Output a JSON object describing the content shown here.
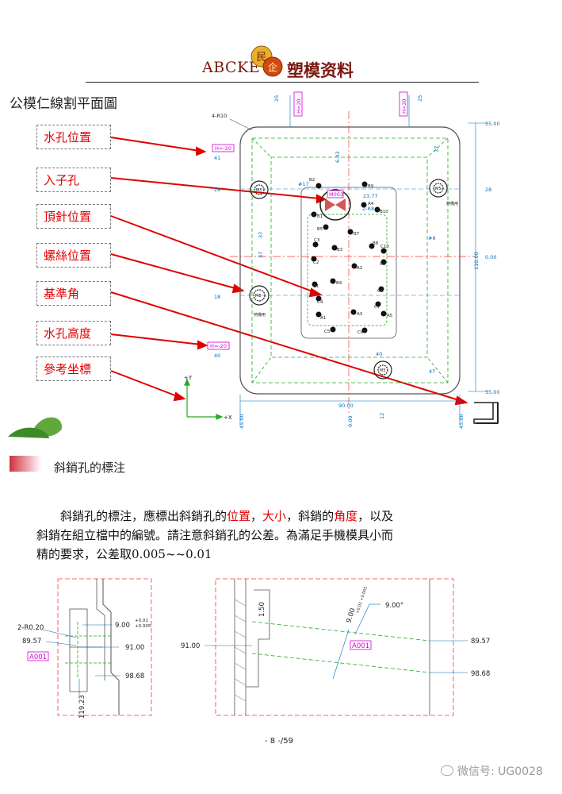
{
  "header": {
    "brand": "ABCKE",
    "title": "塑模资料",
    "logo": {
      "text_top": "民",
      "text_bottom": "企"
    }
  },
  "section_heading": "公模仁線割平面圖",
  "callouts": [
    {
      "label": "水孔位置"
    },
    {
      "label": "入子孔"
    },
    {
      "label": "頂針位置"
    },
    {
      "label": "螺絲位置"
    },
    {
      "label": "基準角"
    },
    {
      "label": "水孔高度"
    },
    {
      "label": "參考坐標"
    }
  ],
  "plan_drawing": {
    "top_dims": [
      "25",
      "H=20",
      "H=20",
      "25"
    ],
    "corner_radius": "4-R10",
    "right_dims": [
      "55.00",
      "28",
      "110.00",
      "0.00",
      "55.00"
    ],
    "left_dims": [
      "41",
      "28",
      "37",
      "37",
      "18",
      "40"
    ],
    "h_tags": [
      "H=-20",
      "H=-20"
    ],
    "bottom_dims": [
      "45.00",
      "0.00",
      "90.00",
      "12",
      "45.00"
    ],
    "misc_dims": [
      "37",
      "47",
      "40",
      "#6",
      "2-R8.5",
      "23.77",
      "6.03",
      "#17"
    ],
    "insert_label": "M003",
    "screw_labels": [
      "M5",
      "M5",
      "M8",
      "M5"
    ],
    "water_notes": [
      "熱備用",
      "熱備用"
    ],
    "pins": [
      "B2",
      "B9",
      "B1",
      "A4",
      "B10",
      "B5",
      "B7",
      "B8",
      "C3",
      "B3",
      "C2",
      "A2",
      "C10",
      "C9",
      "C1",
      "B4",
      "C4",
      "C8",
      "A1",
      "A3",
      "C7",
      "A5",
      "C6",
      "C5"
    ],
    "axis": {
      "y": "+Y",
      "x": "+X"
    }
  },
  "sub_heading": "斜銷孔的標注",
  "paragraph": {
    "p1": "斜銷孔的標注，應標出斜銷孔的",
    "r1": "位置",
    "p2": "，",
    "r2": "大小",
    "p3": "，斜銷的",
    "r3": "角度",
    "p4": "，以及",
    "line2": "斜銷在組立檔中的編號。請注意斜銷孔的公差。為滿足手機模具小而",
    "line3": "精的要求，公差取0.005~~0.01"
  },
  "detail_left": {
    "labels": [
      "2-R0.20",
      "89.57",
      "A001",
      "91.00",
      "98.68",
      "119.23"
    ],
    "tol_main": "9.00",
    "tol_plus": "+0.01",
    "tol_minus": "+0.005"
  },
  "detail_right": {
    "labels": [
      "91.00",
      "1.50",
      "9.00°",
      "A001",
      "89.57",
      "98.68"
    ],
    "tol_main": "9.00",
    "tol_sup": "+0.01 +0.005"
  },
  "page_number": "- 8 -/59",
  "watermark": "微信号: UG0028",
  "colors": {
    "drawing_green": "#22aa22",
    "drawing_red": "#ff3333",
    "callout_red": "#e00000",
    "magenta": "#d000d0",
    "cyan": "#0090d0",
    "header": "#7a1a10"
  }
}
